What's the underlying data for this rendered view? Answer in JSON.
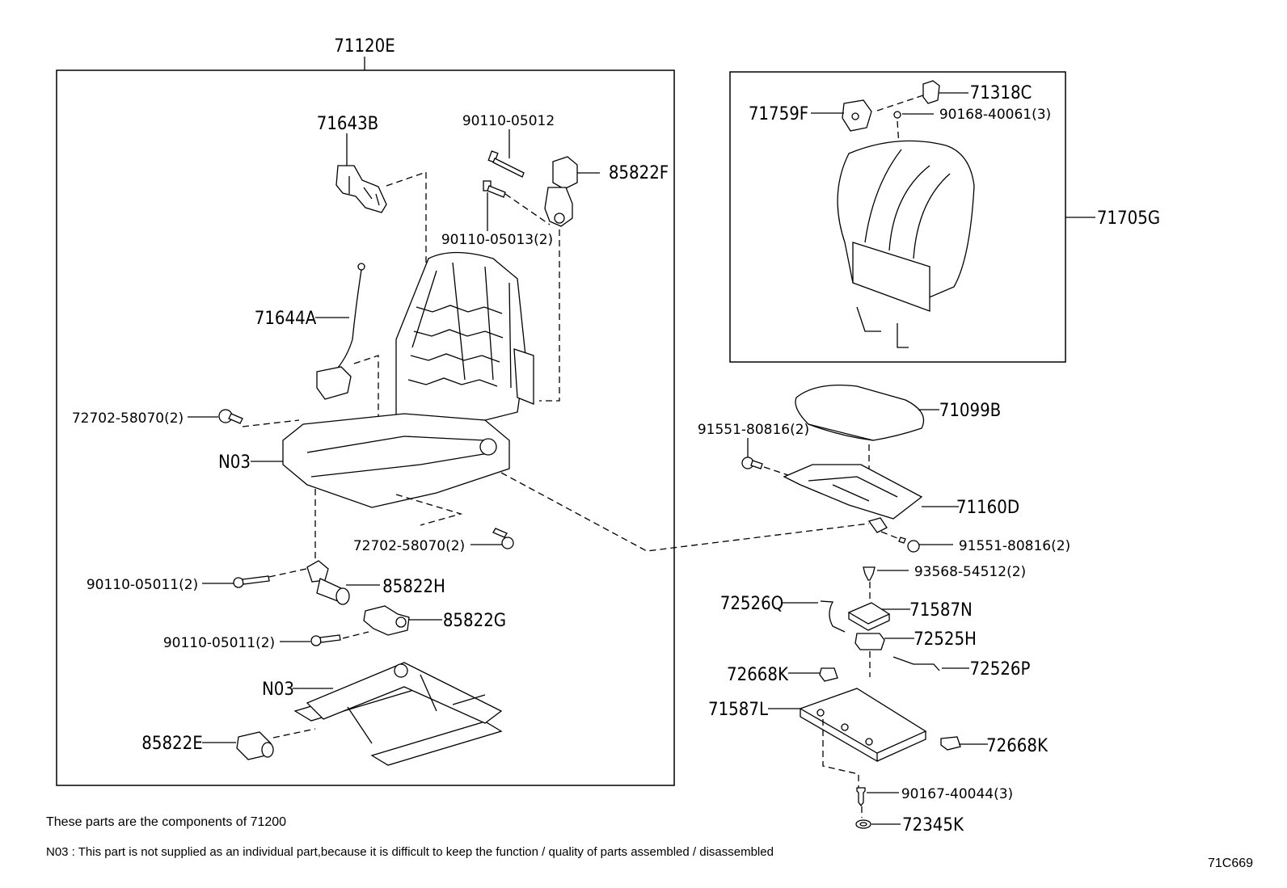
{
  "labels": {
    "assembly_main": "71120E",
    "hinge_cover": "71643B",
    "bolt_top": "90110-05012",
    "motor_recline": "85822F",
    "bolt_motor": "90110-05013(2)",
    "harness": "71644A",
    "bolt_frame_left": "72702-58070(2)",
    "frame_n03": "N03",
    "bolt_frame_bottom": "72702-58070(2)",
    "bolt_motor_h": "90110-05011(2)",
    "motor_h": "85822H",
    "motor_g": "85822G",
    "bolt_motor_g": "90110-05011(2)",
    "track_n03": "N03",
    "motor_e": "85822E",
    "headrest_guide": "71318C",
    "support": "71759F",
    "screw_top": "90168-40061(3)",
    "back_pad": "71705G",
    "cushion": "71099B",
    "bolt_cushion_left": "91551-80816(2)",
    "cushion_frame": "71160D",
    "bolt_cushion_right": "91551-80816(2)",
    "clip": "93568-54512(2)",
    "cable_q": "72526Q",
    "bracket_n": "71587N",
    "lock_h": "72525H",
    "cable_p": "72526P",
    "cover_k_left": "72668K",
    "bracket_l": "71587L",
    "cover_k_right": "72668K",
    "screw_bottom": "90167-40044(3)",
    "washer": "72345K"
  },
  "notes": {
    "components": "These parts are the components of  71200",
    "n03_note": "N03 : This part is not supplied as an individual part,because it is difficult to keep the function / quality of parts assembled / disassembled",
    "diagram_code": "71C669"
  }
}
